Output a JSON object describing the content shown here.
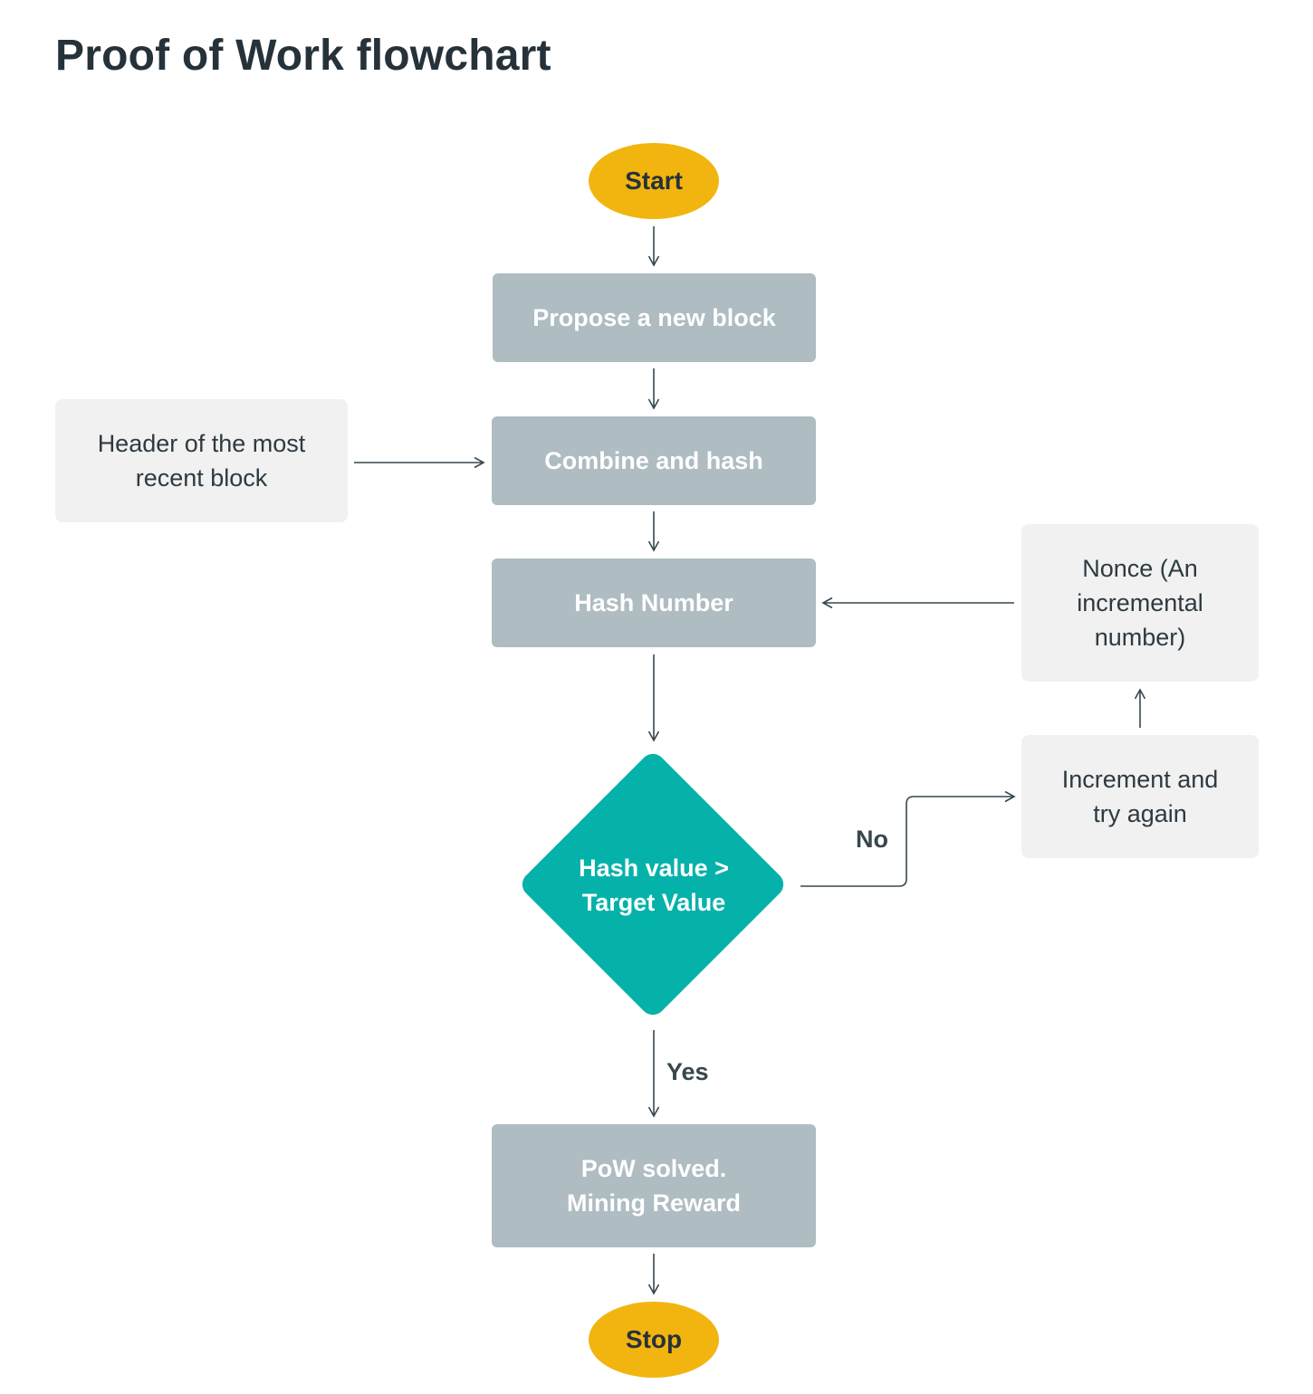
{
  "title": "Proof of Work flowchart",
  "nodes": {
    "start": "Start",
    "propose": "Propose a new block",
    "combine": "Combine and hash",
    "header": "Header of the most\nrecent block",
    "hash_number": "Hash Number",
    "nonce": "Nonce (An\nincremental\nnumber)",
    "decision": "Hash value >\nTarget Value",
    "increment": "Increment and\ntry again",
    "solved": "PoW solved.\nMining Reward",
    "stop": "Stop"
  },
  "edge_labels": {
    "no": "No",
    "yes": "Yes"
  },
  "colors": {
    "terminal": "#f2b50f",
    "process": "#afbcc2",
    "input": "#f1f1f1",
    "decision": "#05b2aa",
    "connector": "#37474f",
    "title": "#26323a"
  }
}
